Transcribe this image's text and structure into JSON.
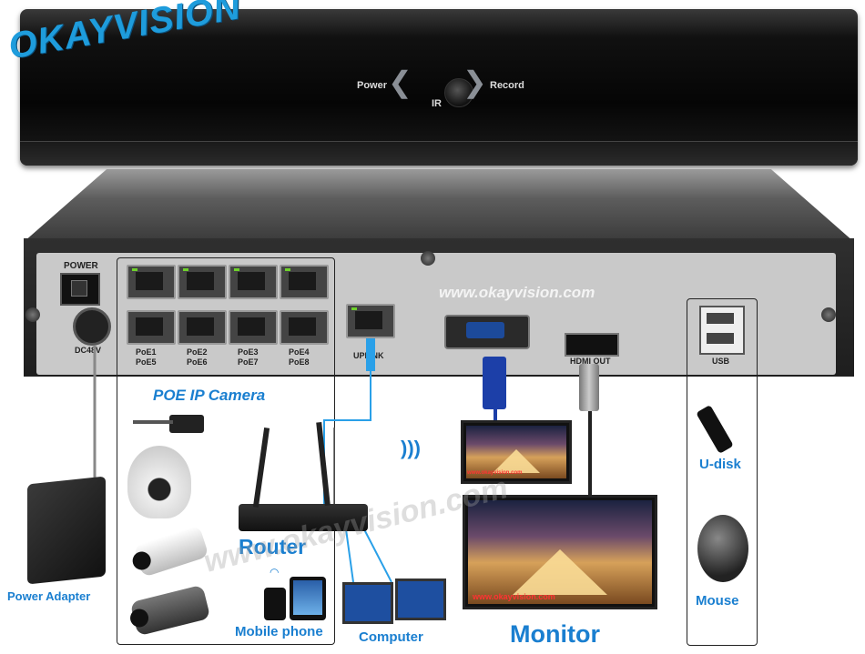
{
  "brand": {
    "name": "OKAYVISION",
    "website": "www.okayvision.com",
    "color": "#1e9cdc"
  },
  "front_panel": {
    "power_label": "Power",
    "record_label": "Record",
    "ir_label": "IR"
  },
  "back_panel": {
    "power_label": "POWER",
    "dc_label": "DC48V",
    "poe_ports": [
      {
        "label_top": "PoE1",
        "label_bottom": "PoE5"
      },
      {
        "label_top": "PoE2",
        "label_bottom": "PoE6"
      },
      {
        "label_top": "PoE3",
        "label_bottom": "PoE7"
      },
      {
        "label_top": "PoE4",
        "label_bottom": "PoE8"
      }
    ],
    "uplink_label": "UPLINK",
    "hdmi_label": "HDMI OUT",
    "usb_label": "USB"
  },
  "labels": {
    "poe_camera": "POE IP Camera",
    "router": "Router",
    "mobile_phone": "Mobile phone",
    "computer": "Computer",
    "monitor": "Monitor",
    "u_disk": "U-disk",
    "mouse": "Mouse",
    "power_adapter": "Power Adapter",
    "monitor_screen_url": "www.okayvision.com"
  },
  "colors": {
    "accent_blue": "#1a7fd0",
    "cable_blue": "#2aa0e8",
    "led_green": "#6ed12b"
  },
  "icons": [
    "wifi-icon",
    "wifi-signal-icon",
    "usb-flash-drive-icon",
    "mouse-icon"
  ]
}
